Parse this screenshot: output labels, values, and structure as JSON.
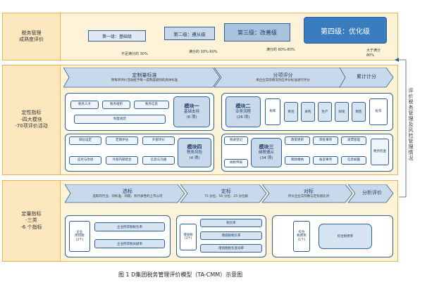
{
  "top": {
    "left_label": "税务管理\n成熟度评价",
    "levels": [
      "第一级：基础级",
      "第二级：遵从级",
      "第三级：改善级",
      "第四级：优化级"
    ],
    "thresholds": [
      "不足满分的 30%",
      "满分的 30%-60%",
      "满分的 60%-80%",
      "大于满分\n80%"
    ]
  },
  "qualitative": {
    "left_label": "定性指标\n-四大模块\n-70项评价活动",
    "arrows": [
      {
        "title": "定制量标准",
        "desc": "到每项评价活动给予每一成熟度级别的具体标准"
      },
      {
        "title": "分项评分",
        "desc": "将企业实际情况对应评价标准进行评分"
      },
      {
        "title": "累计计分"
      }
    ],
    "module1": {
      "name": "模块一",
      "sub": "基础支持",
      "count": "(6 项)",
      "items": [
        "税务人才",
        "税务组织",
        "税务信息",
        "制度规范"
      ]
    },
    "module2": {
      "name": "模块二",
      "sub": "业务流程",
      "count": "(26 项)",
      "items": [
        "税筹",
        "筹划",
        "采购",
        "生产",
        "研发",
        "销售",
        "投资"
      ]
    },
    "module4": {
      "name": "模块四",
      "sub": "税务风险",
      "count": "(4 项)",
      "items": [
        "目标设定",
        "定期评估",
        "外部评价",
        "应对与改进",
        "外部内部配合",
        "信息与沟通"
      ]
    },
    "module3": {
      "name": "模块三",
      "sub": "纳税遵从",
      "count": "(34 项)",
      "items": [
        "税收登记",
        "政策更新",
        "审批事项",
        "发票管理",
        "纳税申报",
        "税款缴纳",
        "备案事项",
        "信息披露",
        "税务检查"
      ]
    }
  },
  "quantitative": {
    "left_label": "定量指标\n-三类\n-6 个指标",
    "arrows": [
      {
        "title": "选标",
        "desc": "选取的行业、同标准、同期、有代表性的上市公司"
      },
      {
        "title": "定标",
        "desc": "75 分位、50 分位、25 分位级"
      },
      {
        "title": "对标",
        "desc": "评价企业实际数与定标值比对"
      },
      {
        "title": "分析评价"
      }
    ],
    "group1": {
      "label": "企业\n所得税\n(2个)",
      "items": [
        "企业所得税税负率",
        "企业所得税贡献率"
      ]
    },
    "group2": {
      "label": "增值税\n(3个)",
      "items": [
        "税负率",
        "增值税税负率",
        "增值税税负变动率"
      ]
    },
    "group3": {
      "label": "综合\n税费率\n(1个)",
      "items": [
        "综合税费率"
      ]
    }
  },
  "side_note": "评价税务管理及风险管理情况",
  "caption": "图 1   D集团税务管理评价模型（TA-CMM）示意图",
  "colors": {
    "band": "#fdf3d9",
    "border": "#e6b34c",
    "level4": "#3a7cc0",
    "module": "#c9d9ec"
  }
}
